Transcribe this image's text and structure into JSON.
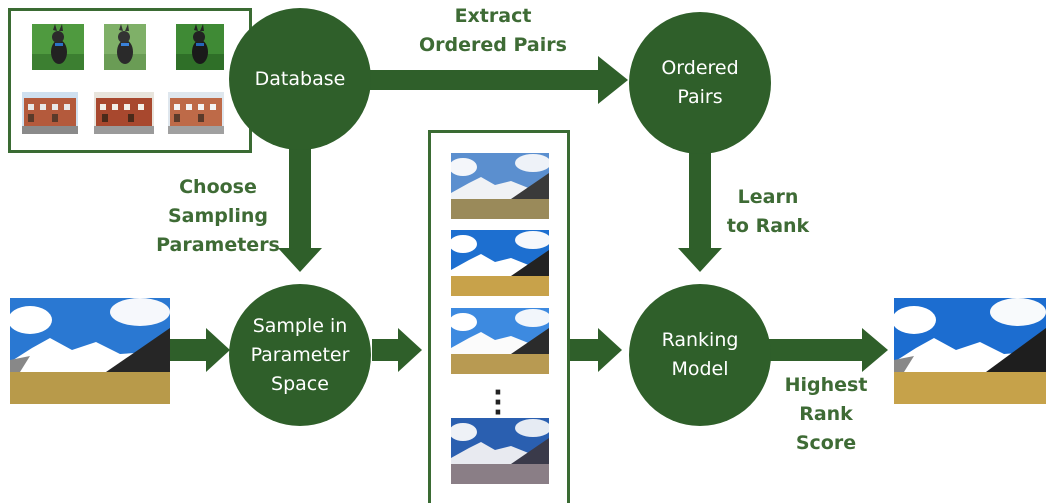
{
  "nodes": {
    "database": "Database",
    "ordered_pairs": "Ordered\nPairs",
    "sample": "Sample in\nParameter\nSpace",
    "ranking": "Ranking\nModel"
  },
  "labels": {
    "extract": "Extract\nOrdered Pairs",
    "choose": "Choose\nSampling\nParameters",
    "learn": "Learn\nto Rank",
    "highest": "Highest\nRank\nScore"
  },
  "colors": {
    "node_fill": "#2f5f2a",
    "label_text": "#3e6b35",
    "frame_border": "#3a6b33"
  },
  "icons": [
    "dog-photo",
    "building-photo",
    "landscape-photo",
    "ellipsis-icon"
  ]
}
